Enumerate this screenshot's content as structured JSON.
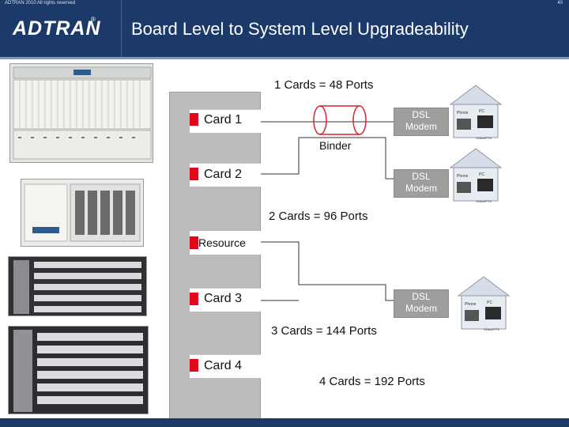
{
  "header": {
    "logo_text": "ADTRAN",
    "registered_mark": "®",
    "title": "Board Level to System Level Upgradeability"
  },
  "cards": [
    {
      "label": "Card 1"
    },
    {
      "label": "Card 2"
    },
    {
      "label": "Card 3"
    },
    {
      "label": "Card 4"
    }
  ],
  "resource_card": {
    "label": "Resource"
  },
  "modems": [
    {
      "line1": "DSL",
      "line2": "Modem"
    },
    {
      "line1": "DSL",
      "line2": "Modem"
    },
    {
      "line1": "DSL",
      "line2": "Modem"
    }
  ],
  "binder_label": "Binder",
  "port_labels": {
    "one_card": "1 Cards = 48 Ports",
    "two_cards": "2 Cards = 96 Ports",
    "three_cards": "3 Cards = 144 Ports",
    "four_cards": "4 Cards = 192 Ports"
  },
  "house_labels": {
    "phone": "Phone",
    "pc": "PC",
    "video": "Video/IPTV"
  },
  "footer": {
    "copyright": "ADTRAN 2010 All rights reserved",
    "page_number": "40"
  },
  "colors": {
    "header_bg": "#1c3a69",
    "accent_red": "#e2061a",
    "modem_gray": "#9e9e9e",
    "bus_gray": "#bcbcbc"
  }
}
